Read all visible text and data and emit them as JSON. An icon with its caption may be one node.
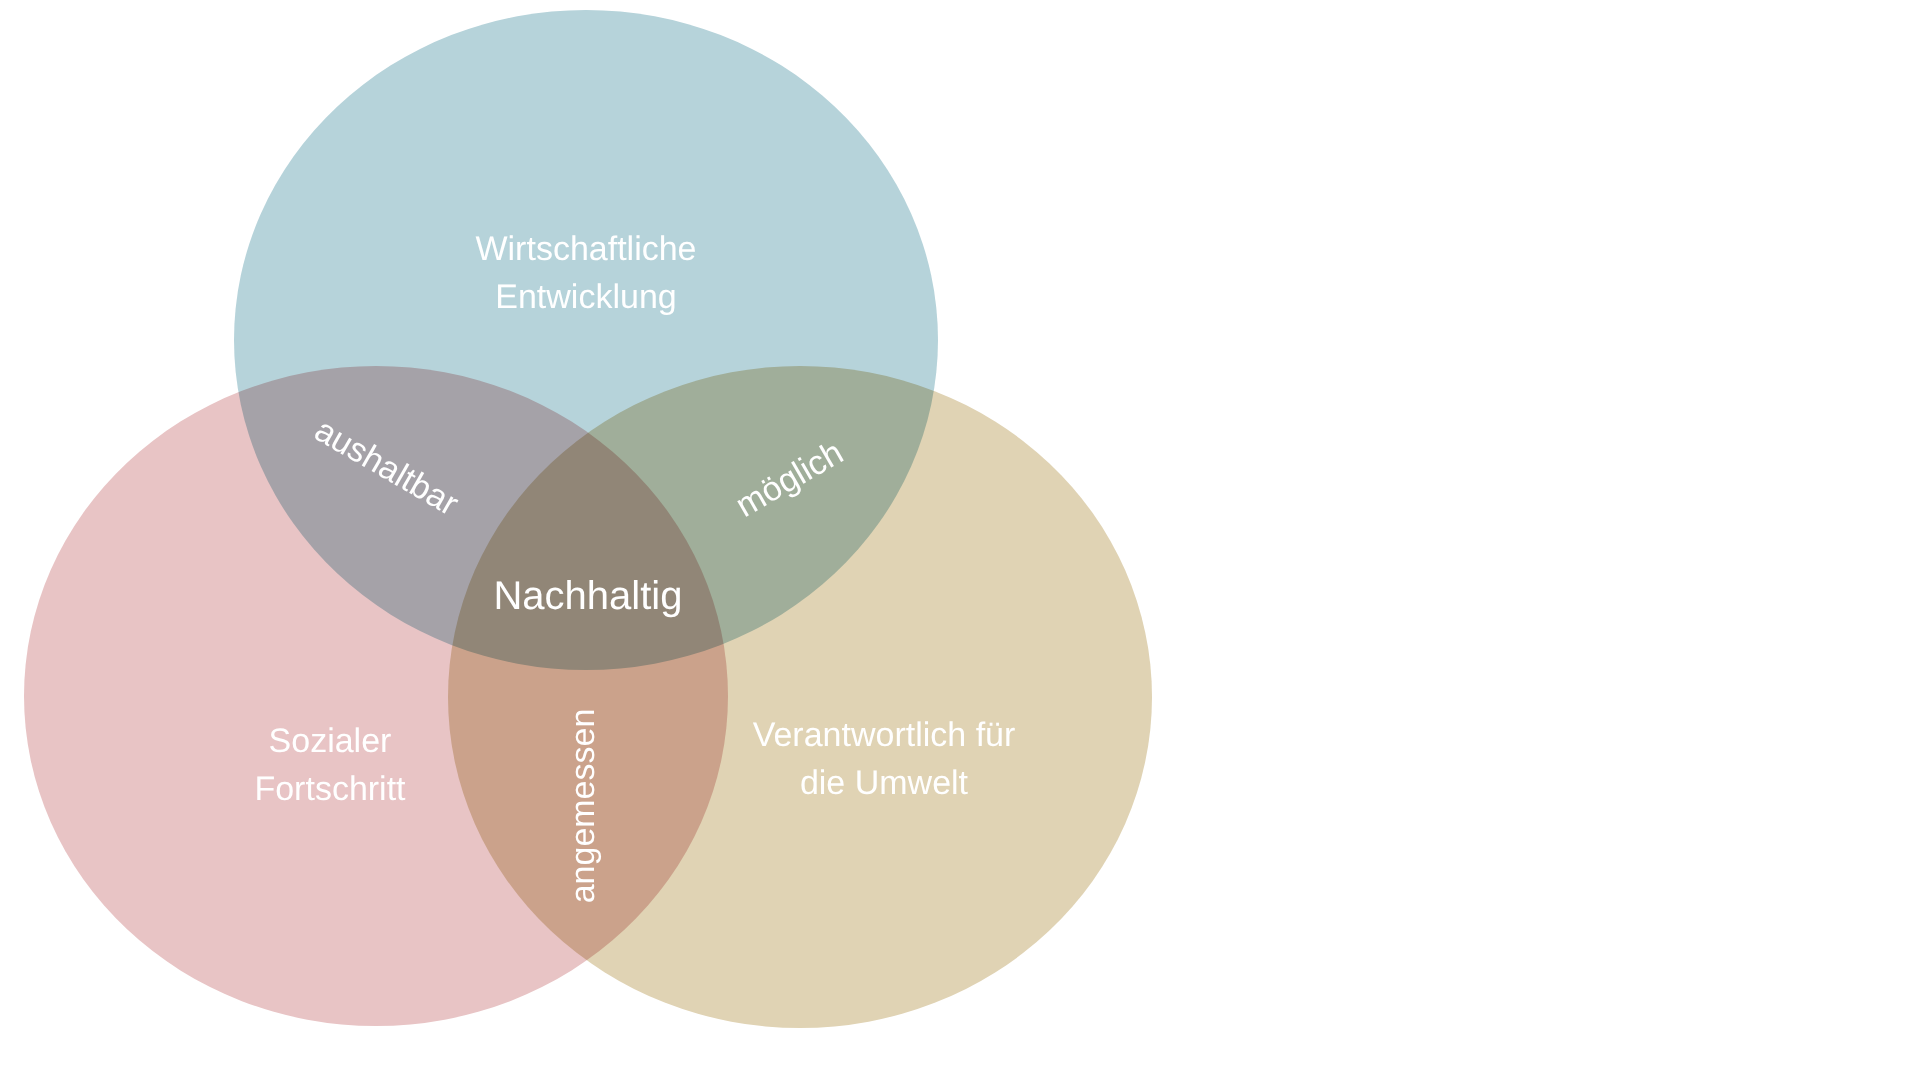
{
  "diagram": {
    "nodes": [
      {
        "text": [
          "Wirtschaftliche Entwicklung"
        ]
      },
      {
        "text": [
          "Sozialer Fortschritt"
        ]
      },
      {
        "text": [
          "Verantwortlich für die Umwelt"
        ]
      }
    ],
    "labels": [
      "aushaltbar",
      "möglich",
      "Nachhaltig",
      "angemessen"
    ]
  }
}
